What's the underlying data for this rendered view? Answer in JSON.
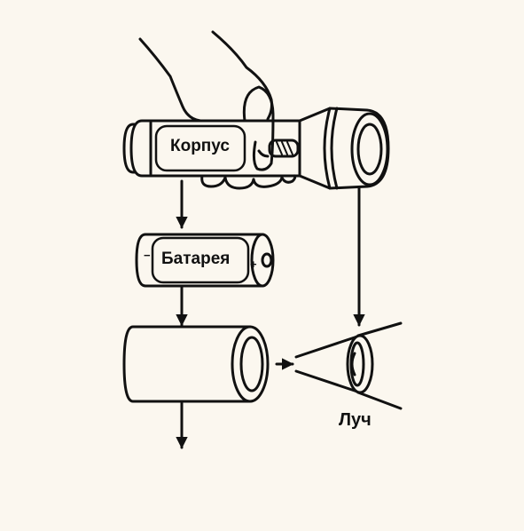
{
  "labels": {
    "body": "Корпус",
    "battery": "Батарея",
    "beam": "Луч"
  },
  "battery_polarity": {
    "minus": "−",
    "plus": "+"
  },
  "colors": {
    "background": "#fbf7ef",
    "ink": "#111111"
  },
  "icons": [
    "hand-icon",
    "flashlight-icon",
    "battery-icon",
    "tube-icon",
    "beam-cone-icon",
    "arrow-down-icon",
    "arrow-right-icon"
  ]
}
